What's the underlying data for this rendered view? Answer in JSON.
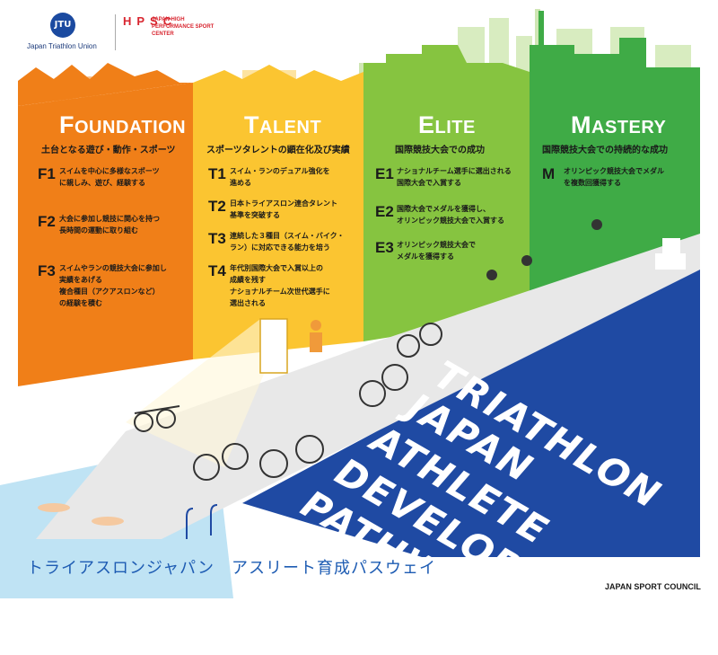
{
  "logos": {
    "jtu_mark": "JTU",
    "jtu_name": "Japan Triathlon Union",
    "hpsc_letters": "HPSC",
    "hpsc_name": "JAPAN HIGH PERFORMANCE SPORT CENTER"
  },
  "stages": [
    {
      "title_cap": "F",
      "title_rest": "OUNDATION",
      "subtitle": "土台となる遊び・動作・スポーツ",
      "color": "#f07f18",
      "items": [
        {
          "code": "F1",
          "text": "スイムを中心に多様なスポーツ\nに親しみ、遊び、経験する"
        },
        {
          "code": "F2",
          "text": "大会に参加し競技に関心を持つ\n長時間の運動に取り組む"
        },
        {
          "code": "F3",
          "text": "スイムやランの競技大会に参加し\n実績をあげる\n複合種目（アクアスロンなど）\nの経験を積む"
        }
      ]
    },
    {
      "title_cap": "T",
      "title_rest": "ALENT",
      "subtitle": "スポーツタレントの顕在化及び実績",
      "color": "#fbc531",
      "items": [
        {
          "code": "T1",
          "text": "スイム・ランのデュアル強化を\n進める"
        },
        {
          "code": "T2",
          "text": "日本トライアスロン連合タレント\n基準を突破する"
        },
        {
          "code": "T3",
          "text": "連続した３種目（スイム・バイク・\nラン）に対応できる能力を培う"
        },
        {
          "code": "T4",
          "text": "年代別国際大会で入賞以上の\n成績を残す\nナショナルチーム次世代選手に\n選出される"
        }
      ]
    },
    {
      "title_cap": "E",
      "title_rest": "LITE",
      "subtitle": "国際競技大会での成功",
      "color": "#86c440",
      "items": [
        {
          "code": "E1",
          "text": "ナショナルチーム選手に選出される\n国際大会で入賞する"
        },
        {
          "code": "E2",
          "text": "国際大会でメダルを獲得し、\nオリンピック競技大会で入賞する"
        },
        {
          "code": "E3",
          "text": "オリンピック競技大会で\nメダルを獲得する"
        }
      ]
    },
    {
      "title_cap": "M",
      "title_rest": "ASTERY",
      "subtitle": "国際競技大会での持続的な成功",
      "color": "#3fab46",
      "items": [
        {
          "code": "M",
          "text": "オリンピック競技大会でメダル\nを複数回獲得する"
        }
      ]
    }
  ],
  "road_title": [
    "TRIATHLON",
    "JAPAN",
    "ATHLETE",
    "DEVELOPMENT",
    "PATHWAY"
  ],
  "footer": {
    "japanese_title": "トライアスロンジャパン　アスリート育成パスウェイ",
    "council": "JAPAN SPORT COUNCIL"
  },
  "colors": {
    "road": "#1f4aa3",
    "water": "#bfe3f4",
    "path": "#e8e8e8"
  }
}
